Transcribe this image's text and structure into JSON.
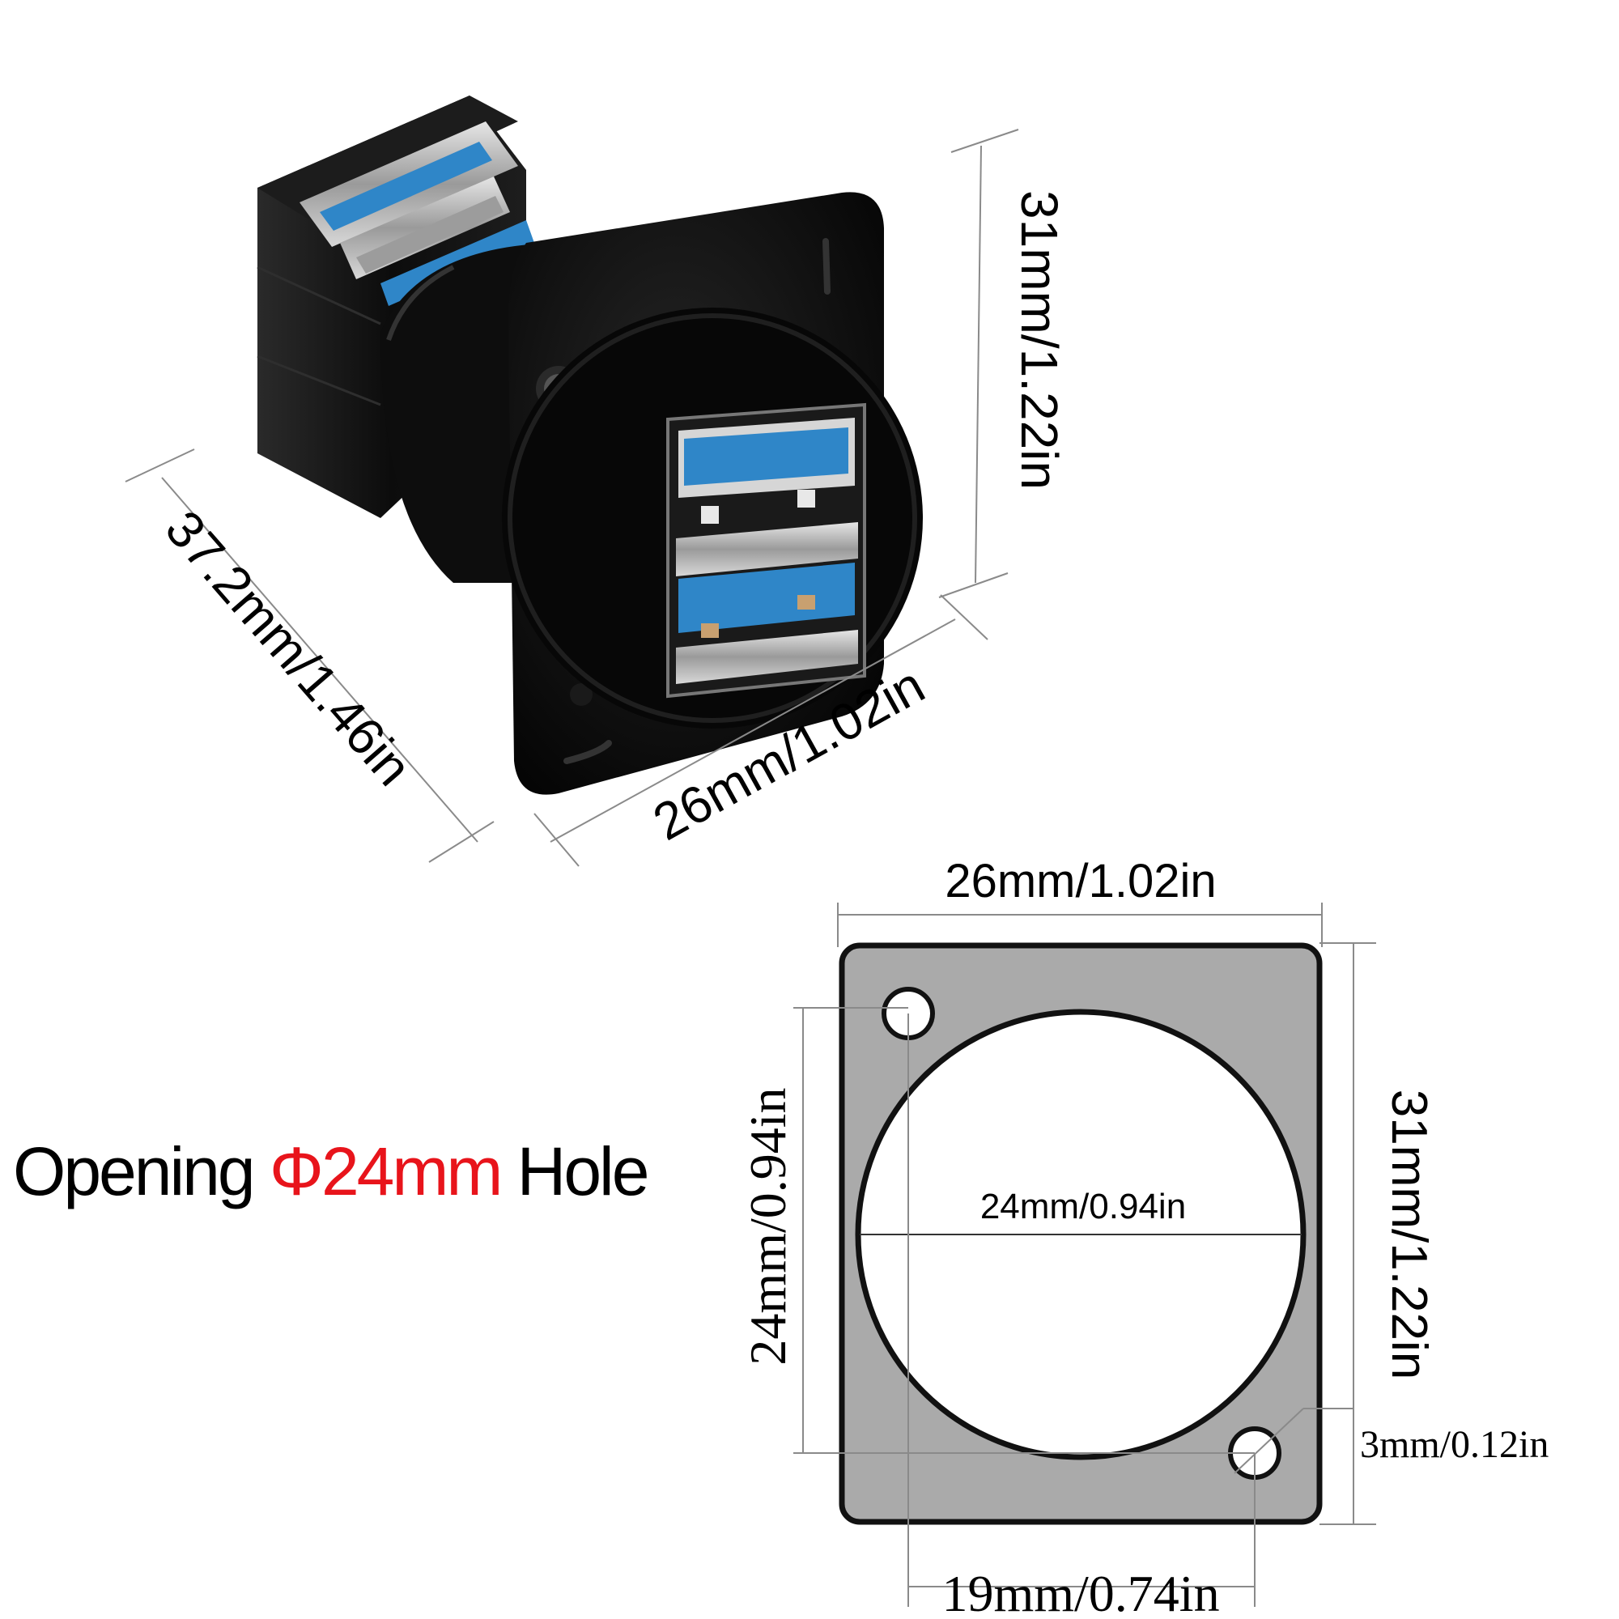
{
  "colors": {
    "accent_red": "#e8141b",
    "connector_body": "#141414",
    "usb_blue": "#2f86c8",
    "plate_gray": "#aaaaaa",
    "plate_outline": "#111111"
  },
  "product_view": {
    "depth_label": "37.2mm/1.46in",
    "width_label": "26mm/1.02in",
    "height_label": "31mm/1.22in"
  },
  "panel_drawing": {
    "top_width_label": "26mm/1.02in",
    "right_height_label": "31mm/1.22in",
    "hole_diameter_label": "24mm/0.94in",
    "hole_spacing_vertical_label": "24mm/0.94in",
    "hole_spacing_horizontal_label": "19mm/0.74in",
    "mount_hole_label": "3mm/0.12in"
  },
  "caption": {
    "prefix": "Opening ",
    "highlight": "Φ24mm",
    "suffix": " Hole"
  }
}
